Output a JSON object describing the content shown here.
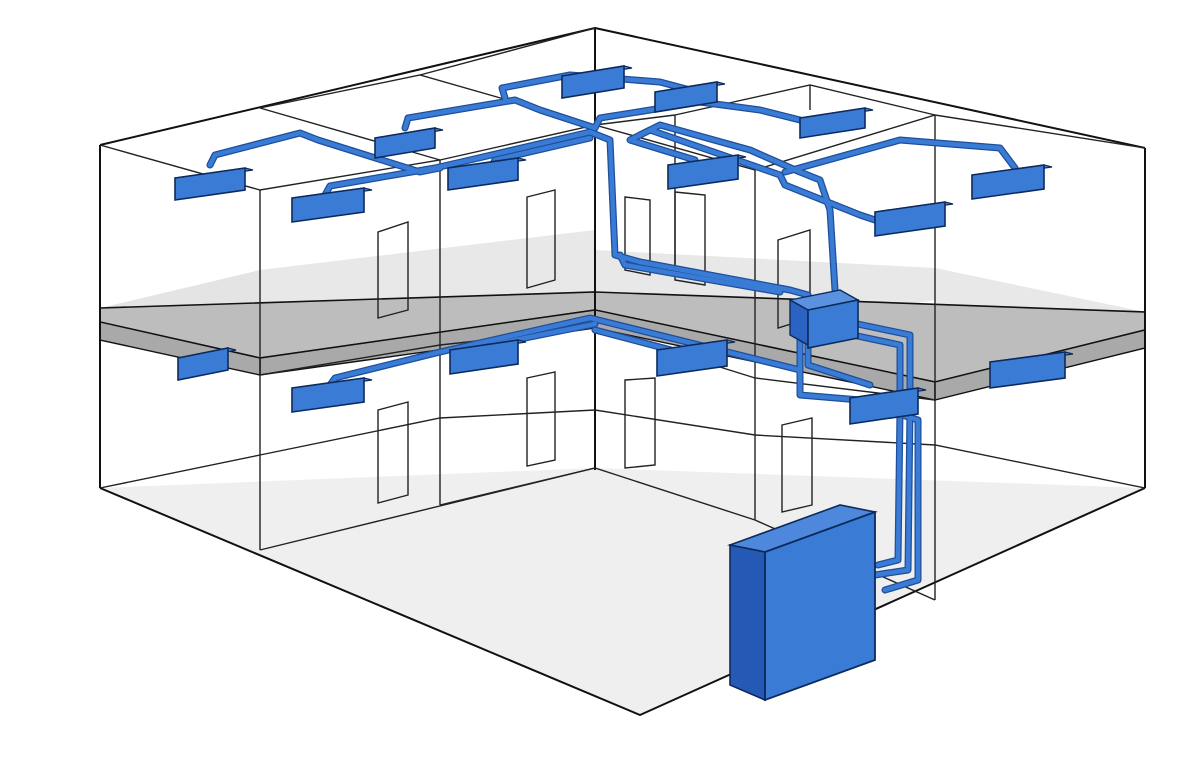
{
  "colors": {
    "duct_blue": "#3a7bd5",
    "duct_dark": "#2459b0",
    "floor_gray": "#ececec",
    "slab_gray": "#bdbdbd",
    "line": "#111111"
  },
  "components": {
    "indoor_units": [
      "ceiling-unit",
      "ceiling-unit",
      "ceiling-unit",
      "ceiling-unit",
      "ceiling-unit",
      "ceiling-unit",
      "ceiling-unit",
      "ceiling-unit",
      "ceiling-unit",
      "ceiling-unit",
      "ceiling-unit",
      "ceiling-unit",
      "ceiling-unit",
      "ceiling-unit",
      "ceiling-unit",
      "ceiling-unit"
    ],
    "distribution_box": "distribution-box",
    "outdoor_unit": "outdoor-unit"
  }
}
